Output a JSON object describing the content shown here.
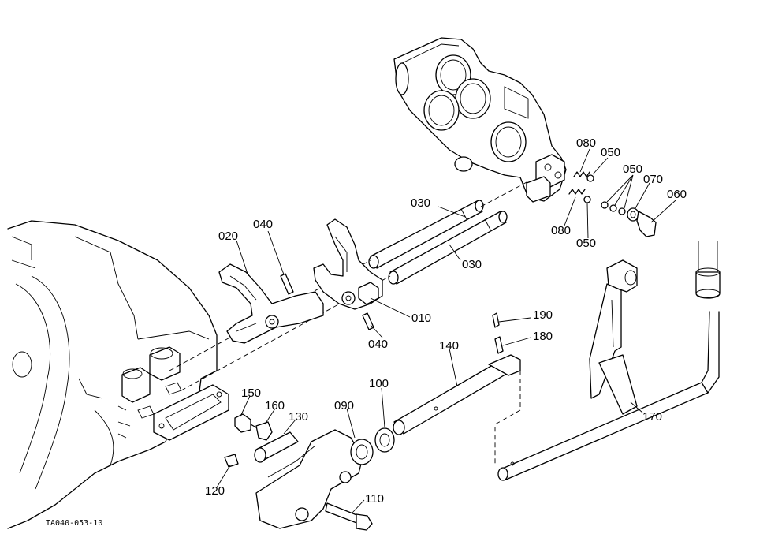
{
  "drawing_code": "TA040-053-10",
  "callouts": [
    {
      "id": "c-080a",
      "label": "080"
    },
    {
      "id": "c-050a",
      "label": "050"
    },
    {
      "id": "c-050b",
      "label": "050"
    },
    {
      "id": "c-070",
      "label": "070"
    },
    {
      "id": "c-060",
      "label": "060"
    },
    {
      "id": "c-030a",
      "label": "030"
    },
    {
      "id": "c-080b",
      "label": "080"
    },
    {
      "id": "c-050c",
      "label": "050"
    },
    {
      "id": "c-030b",
      "label": "030"
    },
    {
      "id": "c-020",
      "label": "020"
    },
    {
      "id": "c-040a",
      "label": "040"
    },
    {
      "id": "c-010",
      "label": "010"
    },
    {
      "id": "c-040b",
      "label": "040"
    },
    {
      "id": "c-190",
      "label": "190"
    },
    {
      "id": "c-180",
      "label": "180"
    },
    {
      "id": "c-140",
      "label": "140"
    },
    {
      "id": "c-100",
      "label": "100"
    },
    {
      "id": "c-150",
      "label": "150"
    },
    {
      "id": "c-160",
      "label": "160"
    },
    {
      "id": "c-090",
      "label": "090"
    },
    {
      "id": "c-130",
      "label": "130"
    },
    {
      "id": "c-170",
      "label": "170"
    },
    {
      "id": "c-120",
      "label": "120"
    },
    {
      "id": "c-110",
      "label": "110"
    }
  ]
}
